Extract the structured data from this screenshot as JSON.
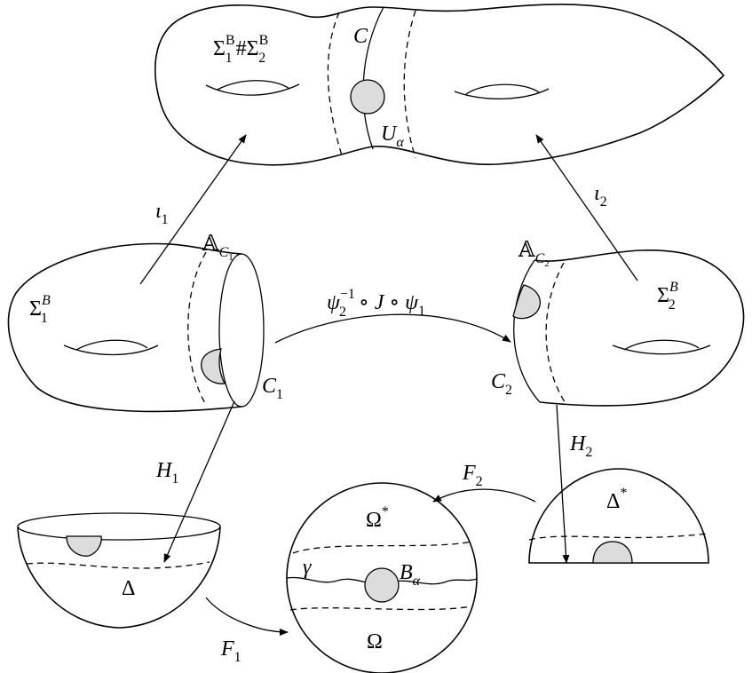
{
  "labels": {
    "connected_sum_sigma": "Σ",
    "connected_sum_sup_b1": "B",
    "connected_sum_sub_1": "1",
    "connected_sum_hash": "#",
    "connected_sum_sigma2": "Σ",
    "connected_sum_sup_b2": "B",
    "connected_sum_sub_2": "2",
    "curve_c": "C",
    "u_alpha_main": "U",
    "u_alpha_sub": "α",
    "iota1_main": "ι",
    "iota1_sub": "1",
    "iota2_main": "ι",
    "iota2_sub": "2",
    "annulus1_main": "𝔸",
    "annulus1_sub": "C",
    "annulus1_subsub": "1",
    "annulus2_main": "𝔸",
    "annulus2_sub": "C",
    "annulus2_subsub": "2",
    "sigma1_main": "Σ",
    "sigma1_sup": "B",
    "sigma1_sub": "1",
    "sigma2_main": "Σ",
    "sigma2_sup": "B",
    "sigma2_sub": "2",
    "map_psi2": "ψ",
    "map_psi2_sup": "−1",
    "map_psi2_sub": "2",
    "map_rest": "∘ J ∘ ψ",
    "map_psi1_sub": "1",
    "c1_main": "C",
    "c1_sub": "1",
    "c2_main": "C",
    "c2_sub": "2",
    "h1_main": "H",
    "h1_sub": "1",
    "h2_main": "H",
    "h2_sub": "2",
    "f1_main": "F",
    "f1_sub": "1",
    "f2_main": "F",
    "f2_sub": "2",
    "delta": "Δ",
    "delta_star_main": "Δ",
    "delta_star_sup": "*",
    "omega_star_main": "Ω",
    "omega_star_sup": "*",
    "omega": "Ω",
    "gamma": "γ",
    "b_alpha_main": "B",
    "b_alpha_sub": "α"
  }
}
